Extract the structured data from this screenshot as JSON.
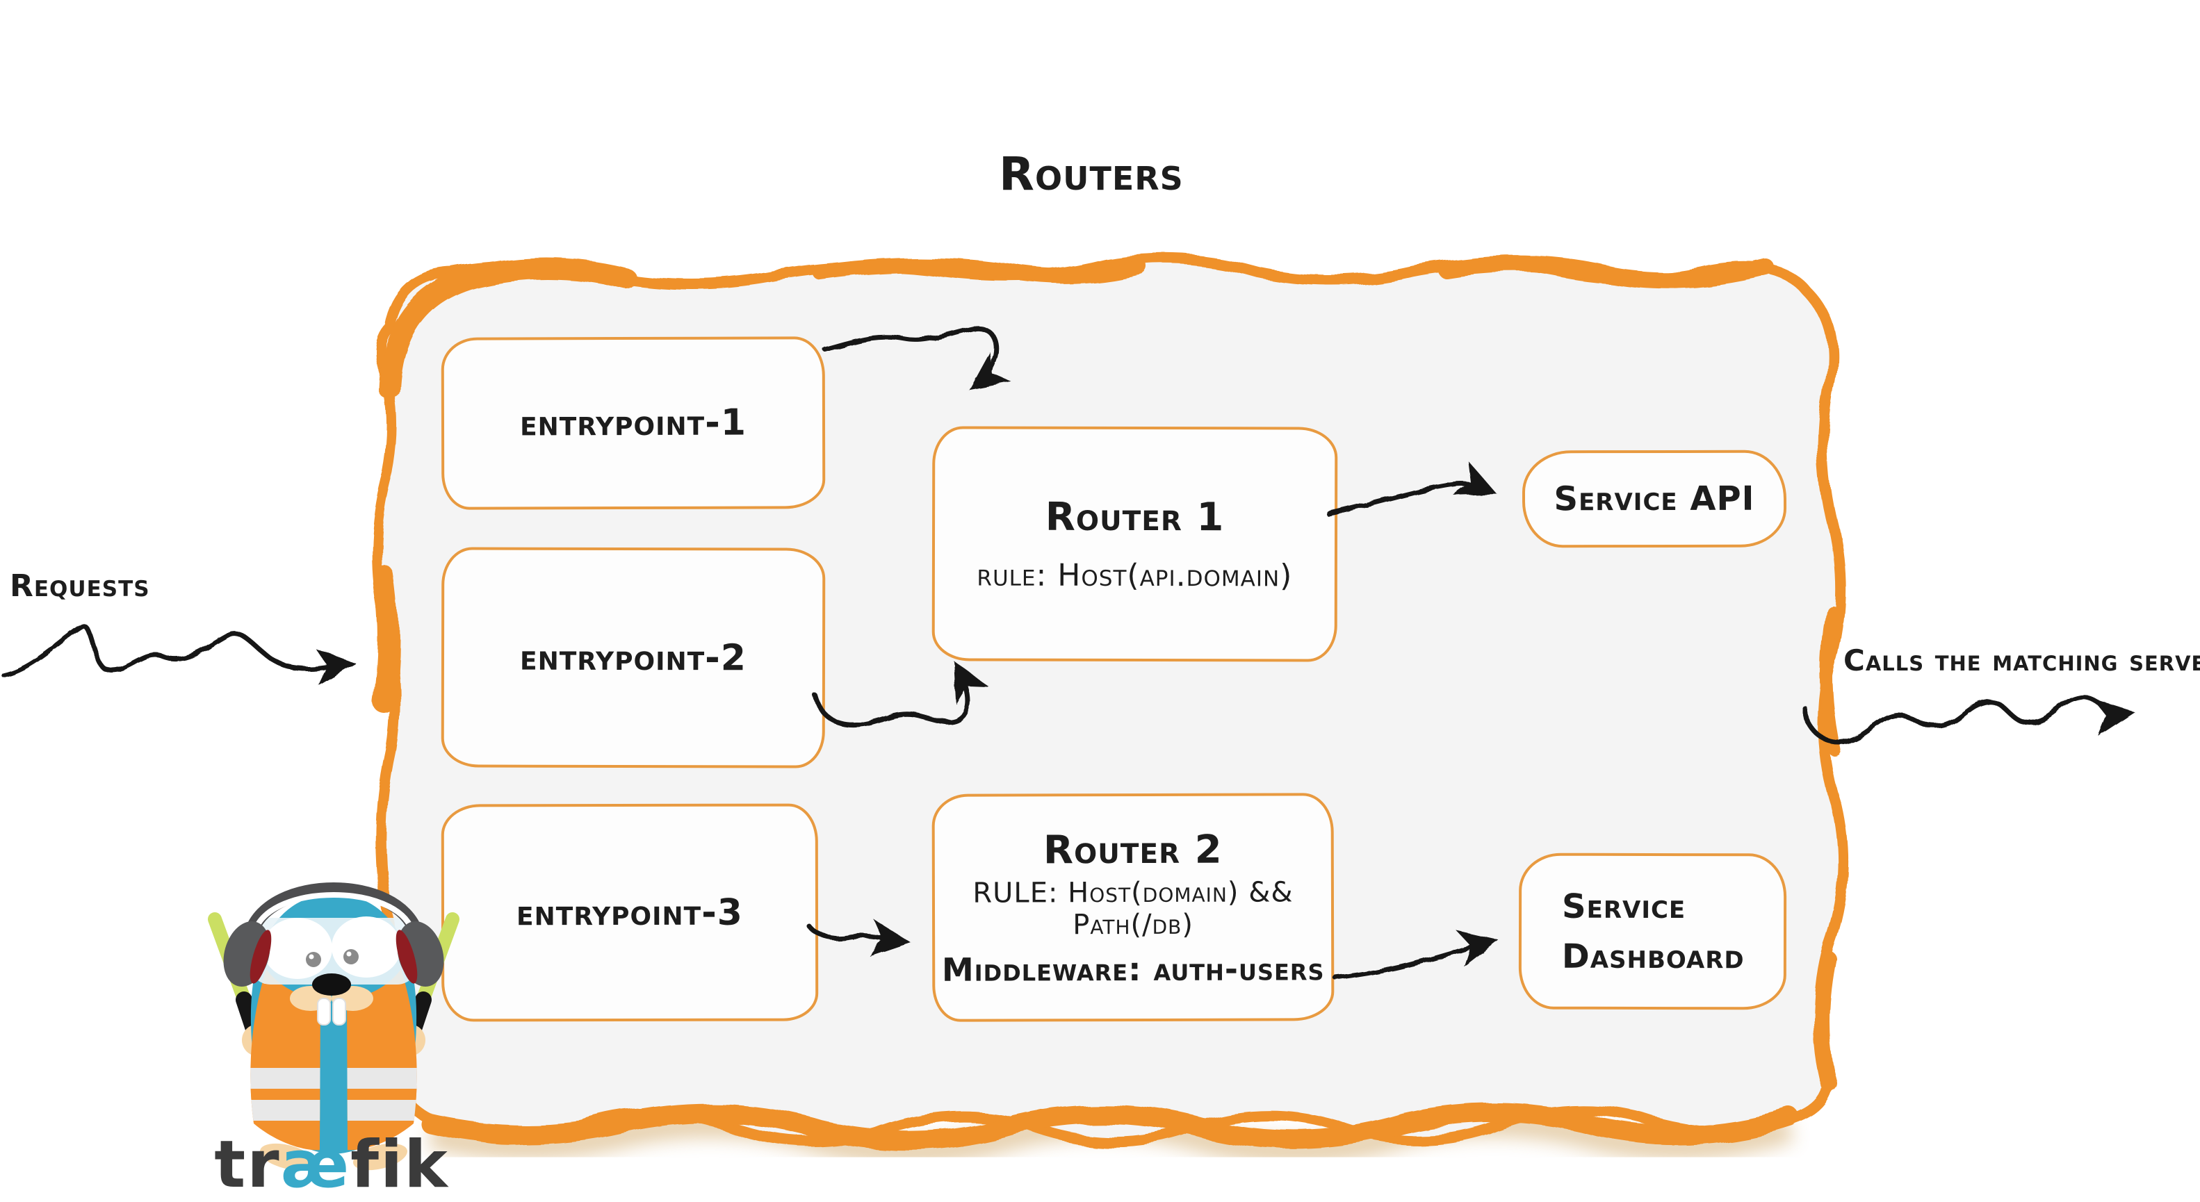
{
  "title": "Routers",
  "outer_labels": {
    "requests": "Requests",
    "calls_matching_server": "Calls the matching server"
  },
  "entrypoints": [
    {
      "label": "entrypoint-1"
    },
    {
      "label": "entrypoint-2"
    },
    {
      "label": "entrypoint-3"
    }
  ],
  "routers": [
    {
      "title": "Router 1",
      "rule": "rule: Host(api.domain)"
    },
    {
      "title": "Router 2",
      "rule": "RULE: Host(domain) && Path(/db)",
      "middleware": "Middleware: auth-users"
    }
  ],
  "services": [
    {
      "label": "Service API"
    },
    {
      "label_line1": "Service",
      "label_line2": "Dashboard"
    }
  ],
  "logo": {
    "prefix": "tr",
    "ae": "æ",
    "suffix": "fik"
  },
  "colors": {
    "accent_orange": "#ef912c",
    "box_border_orange": "#e89a40",
    "container_fill": "#f4f4f4",
    "text_black": "#1d1d1d",
    "arrow_black": "#151515",
    "gopher_teal": "#38a9c9",
    "vest_orange": "#f3912d",
    "baton_green": "#cbdf63",
    "headphone_gray": "#4d4d4f",
    "headphone_red": "#8f1d22",
    "skin_tan": "#f6d5a5",
    "wordmark_gray": "#3b3b3b"
  }
}
